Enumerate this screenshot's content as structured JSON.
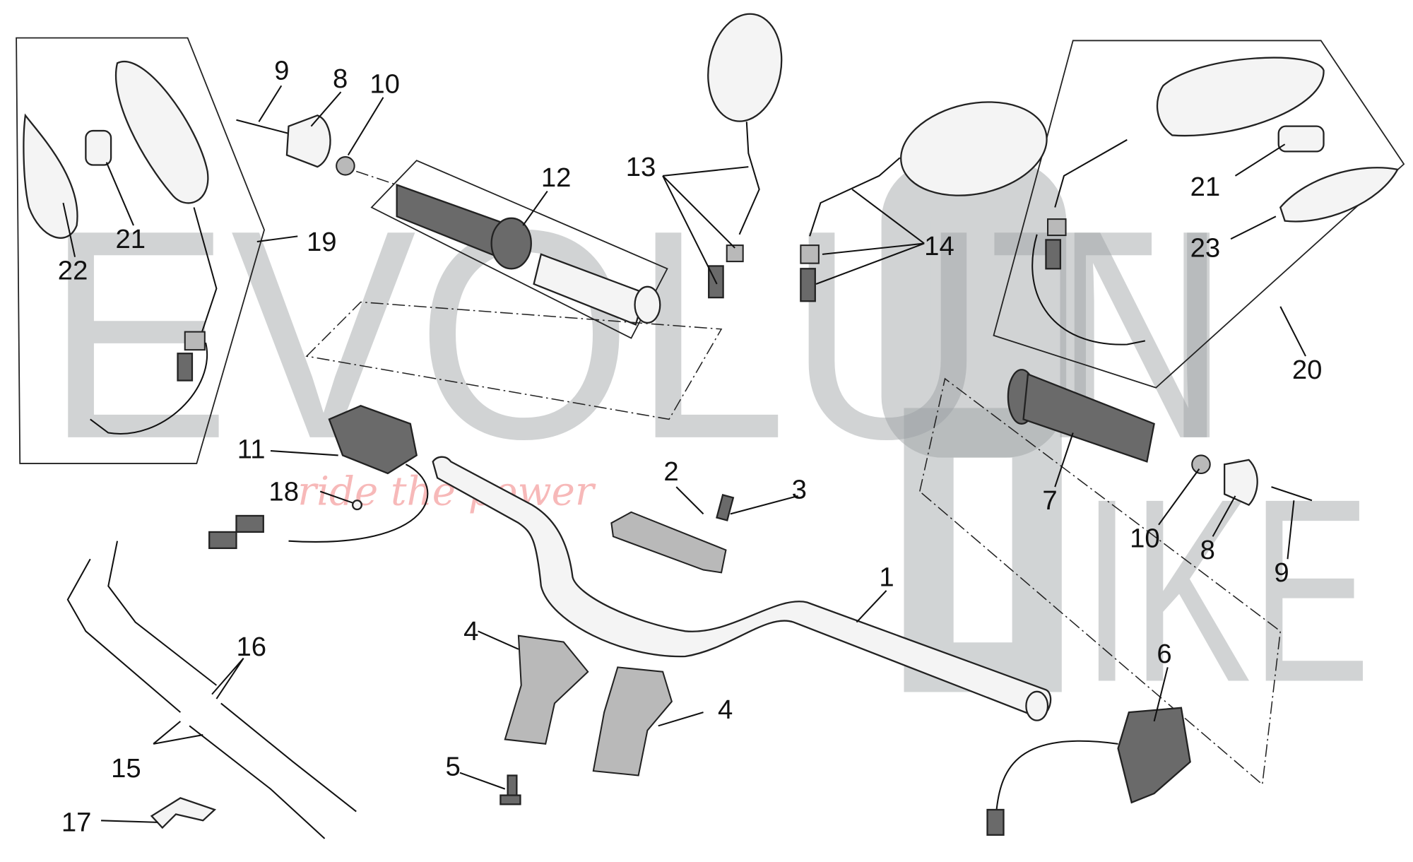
{
  "diagram": {
    "title": "Handlebar - controls exploded parts diagram",
    "watermark": {
      "main": "EVOLUTIONBIKE",
      "slogan": "ride the power"
    },
    "callouts": {
      "c1": "1",
      "c2": "2",
      "c3": "3",
      "c4a": "4",
      "c4b": "4",
      "c5": "5",
      "c6": "6",
      "c7": "7",
      "c8a": "8",
      "c8b": "8",
      "c9a": "9",
      "c9b": "9",
      "c10a": "10",
      "c10b": "10",
      "c11": "11",
      "c12": "12",
      "c13": "13",
      "c14": "14",
      "c15": "15",
      "c16": "16",
      "c17": "17",
      "c18": "18",
      "c19": "19",
      "c20": "20",
      "c21a": "21",
      "c21b": "21",
      "c22": "22",
      "c23": "23"
    }
  }
}
